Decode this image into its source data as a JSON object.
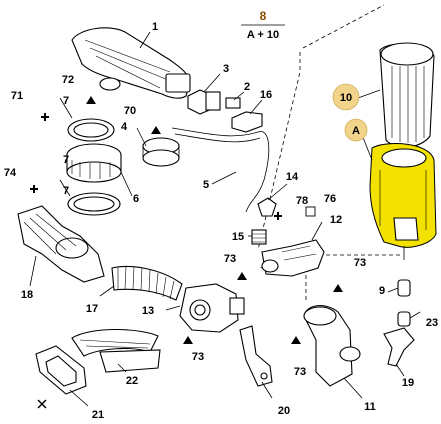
{
  "header": {
    "code": "8",
    "subcode": "A + 10"
  },
  "callouts": {
    "n1": "1",
    "n2": "2",
    "n3": "3",
    "n4": "4",
    "n5": "5",
    "n6": "6",
    "n7a": "7",
    "n7b": "7",
    "n7c": "7",
    "n8": "8",
    "n9": "9",
    "n10": "10",
    "n11": "11",
    "n12": "12",
    "n13": "13",
    "n14": "14",
    "n15": "15",
    "n16": "16",
    "n17": "17",
    "n18": "18",
    "n19": "19",
    "n20": "20",
    "n21": "21",
    "n22": "22",
    "n23": "23",
    "n70": "70",
    "n71": "71",
    "n72": "72",
    "n73a": "73",
    "n73b": "73",
    "n73c": "73",
    "n73d": "73",
    "n74": "74",
    "n76": "76",
    "n78": "78",
    "nA": "A"
  },
  "colors": {
    "highlight": "#f3e100",
    "tag_fill": "#f2d38a",
    "line": "#000000"
  }
}
